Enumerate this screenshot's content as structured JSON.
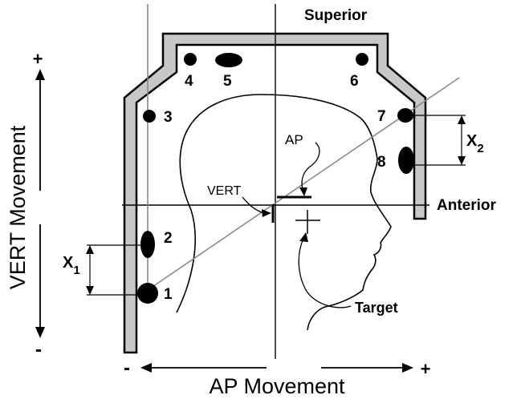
{
  "labels": {
    "superior": "Superior",
    "anterior": "Anterior",
    "target": "Target",
    "ap_marker": "AP",
    "vert_marker": "VERT",
    "vert_axis": "VERT Movement",
    "ap_axis": "AP Movement",
    "vert_plus": "+",
    "vert_minus": "-",
    "ap_minus": "-",
    "ap_plus": "+"
  },
  "fiducials": [
    {
      "label": "1"
    },
    {
      "label": "2"
    },
    {
      "label": "3"
    },
    {
      "label": "4"
    },
    {
      "label": "5"
    },
    {
      "label": "6"
    },
    {
      "label": "7"
    },
    {
      "label": "8"
    }
  ],
  "offsets": {
    "x1": {
      "main": "X",
      "sub": "1"
    },
    "x2": {
      "main": "X",
      "sub": "2"
    }
  },
  "colors": {
    "frame_fill": "#c8c8c8",
    "diagonal_line": "#8a8a8a",
    "ink": "#000000"
  }
}
